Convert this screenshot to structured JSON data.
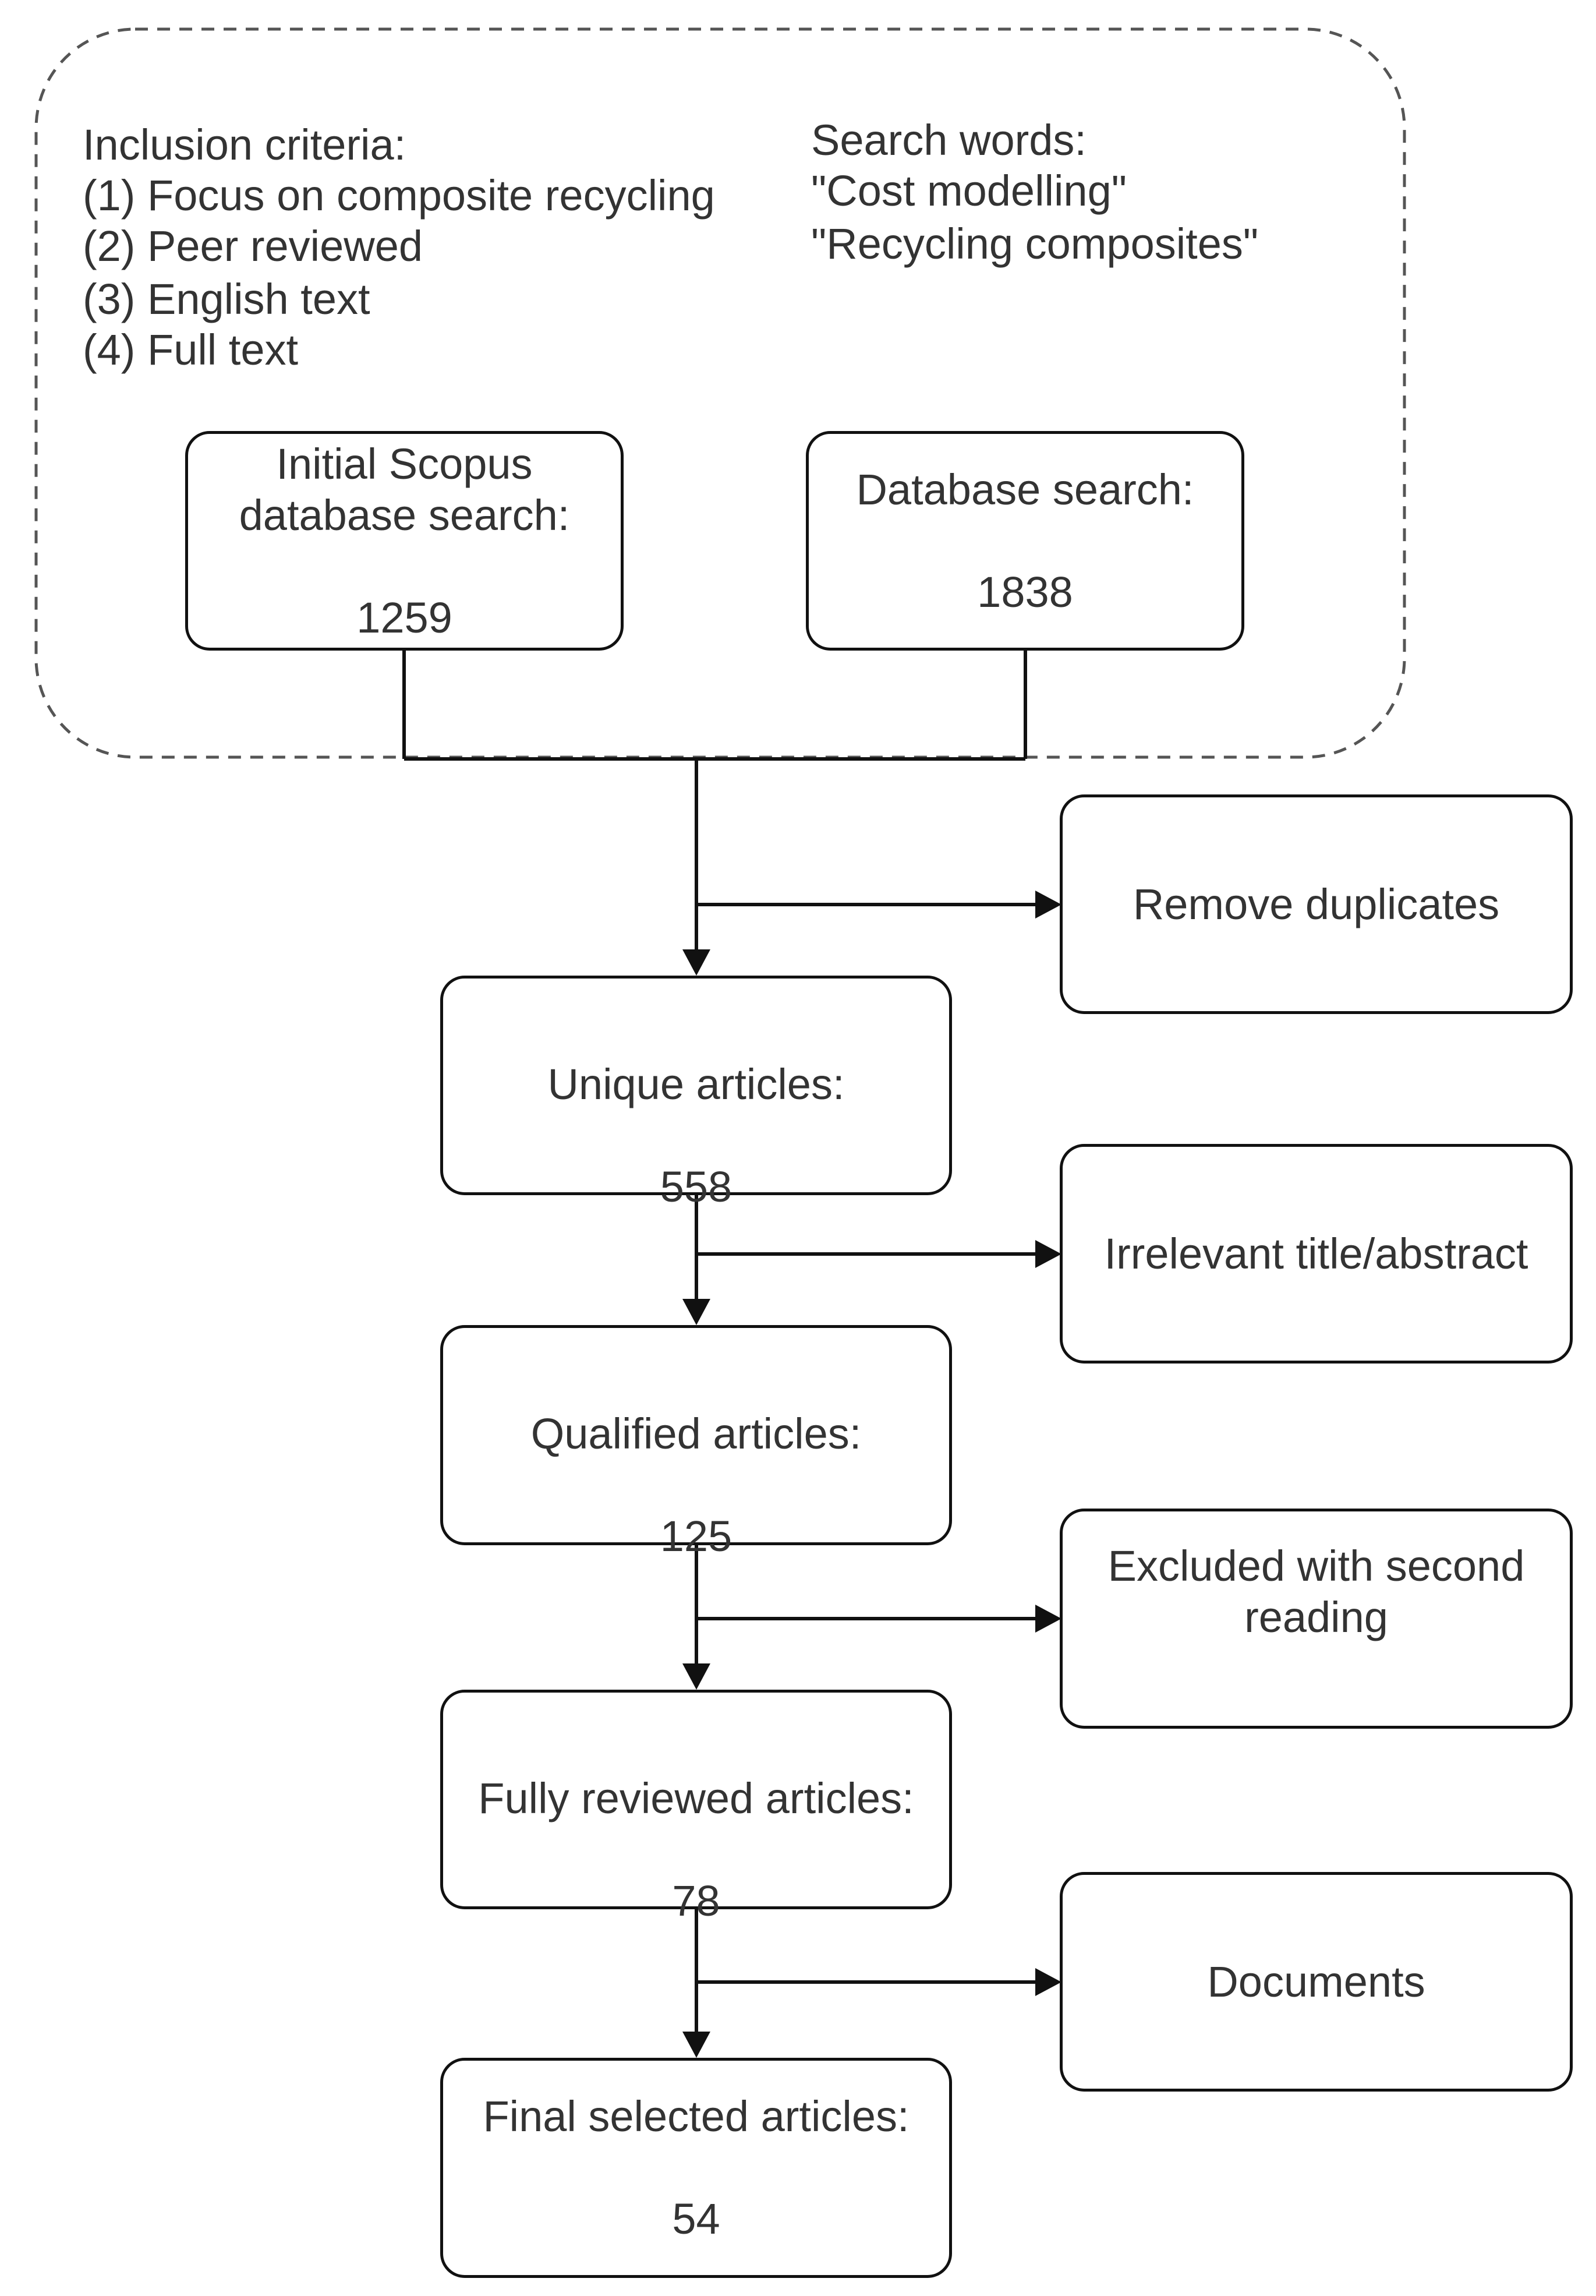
{
  "diagram": {
    "inclusion": {
      "heading": "Inclusion criteria:",
      "items": [
        "(1) Focus on composite recycling",
        "(2) Peer reviewed",
        "(3) English text",
        "(4) Full text"
      ]
    },
    "search_words": {
      "heading": "Search words:",
      "items": [
        "\"Cost modelling\"",
        "\"Recycling composites\""
      ]
    },
    "boxes": {
      "initial_search": {
        "label": "Initial Scopus\ndatabase search:",
        "value": "1259"
      },
      "database_search": {
        "label": "Database search:",
        "value": "1838"
      },
      "unique": {
        "label": "Unique articles:",
        "value": "558"
      },
      "qualified": {
        "label": "Qualified articles:",
        "value": "125"
      },
      "fully_reviewed": {
        "label": "Fully reviewed articles:",
        "value": "78"
      },
      "final": {
        "label": "Final selected articles:",
        "value": "54"
      }
    },
    "exclusions": {
      "remove_duplicates": "Remove duplicates",
      "irrelevant": "Irrelevant title/abstract",
      "second_reading": "Excluded with second\nreading",
      "documents": "Documents"
    },
    "colors": {
      "line": "#111111",
      "text": "#333333",
      "dashed_border": "#555555"
    }
  }
}
